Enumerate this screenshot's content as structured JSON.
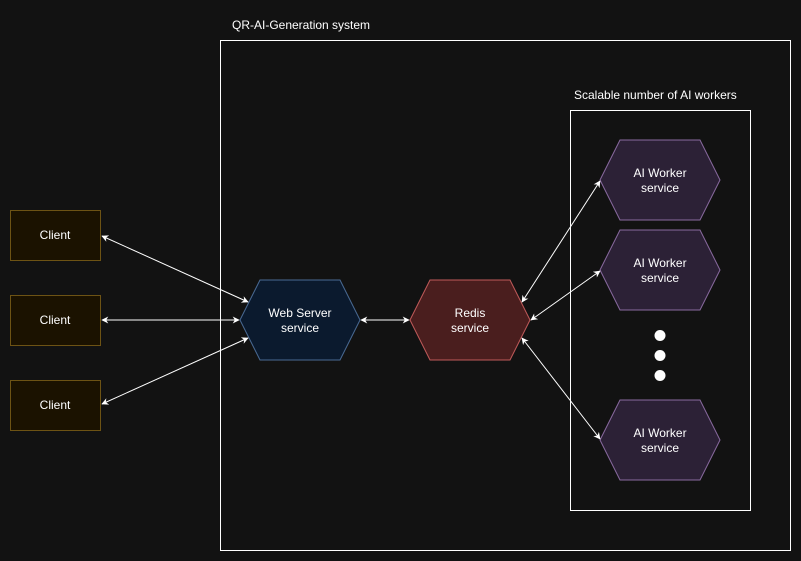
{
  "system": {
    "label": "QR-AI-Generation system"
  },
  "workers_group": {
    "label": "Scalable number of AI workers"
  },
  "clients": [
    {
      "label": "Client"
    },
    {
      "label": "Client"
    },
    {
      "label": "Client"
    }
  ],
  "web_server": {
    "line1": "Web Server",
    "line2": "service"
  },
  "redis": {
    "line1": "Redis",
    "line2": "service"
  },
  "workers": [
    {
      "line1": "AI Worker",
      "line2": "service"
    },
    {
      "line1": "AI Worker",
      "line2": "service"
    },
    {
      "line1": "AI Worker",
      "line2": "service"
    }
  ],
  "colors": {
    "background": "#121212",
    "client_fill": "#1b1200",
    "client_stroke": "#6d5314",
    "webserver_fill": "#0b1a2e",
    "webserver_stroke": "#4a6a94",
    "redis_fill": "#4a1e1e",
    "redis_stroke": "#c05a5a",
    "worker_fill": "#2c2136",
    "worker_stroke": "#8a6aa0"
  }
}
